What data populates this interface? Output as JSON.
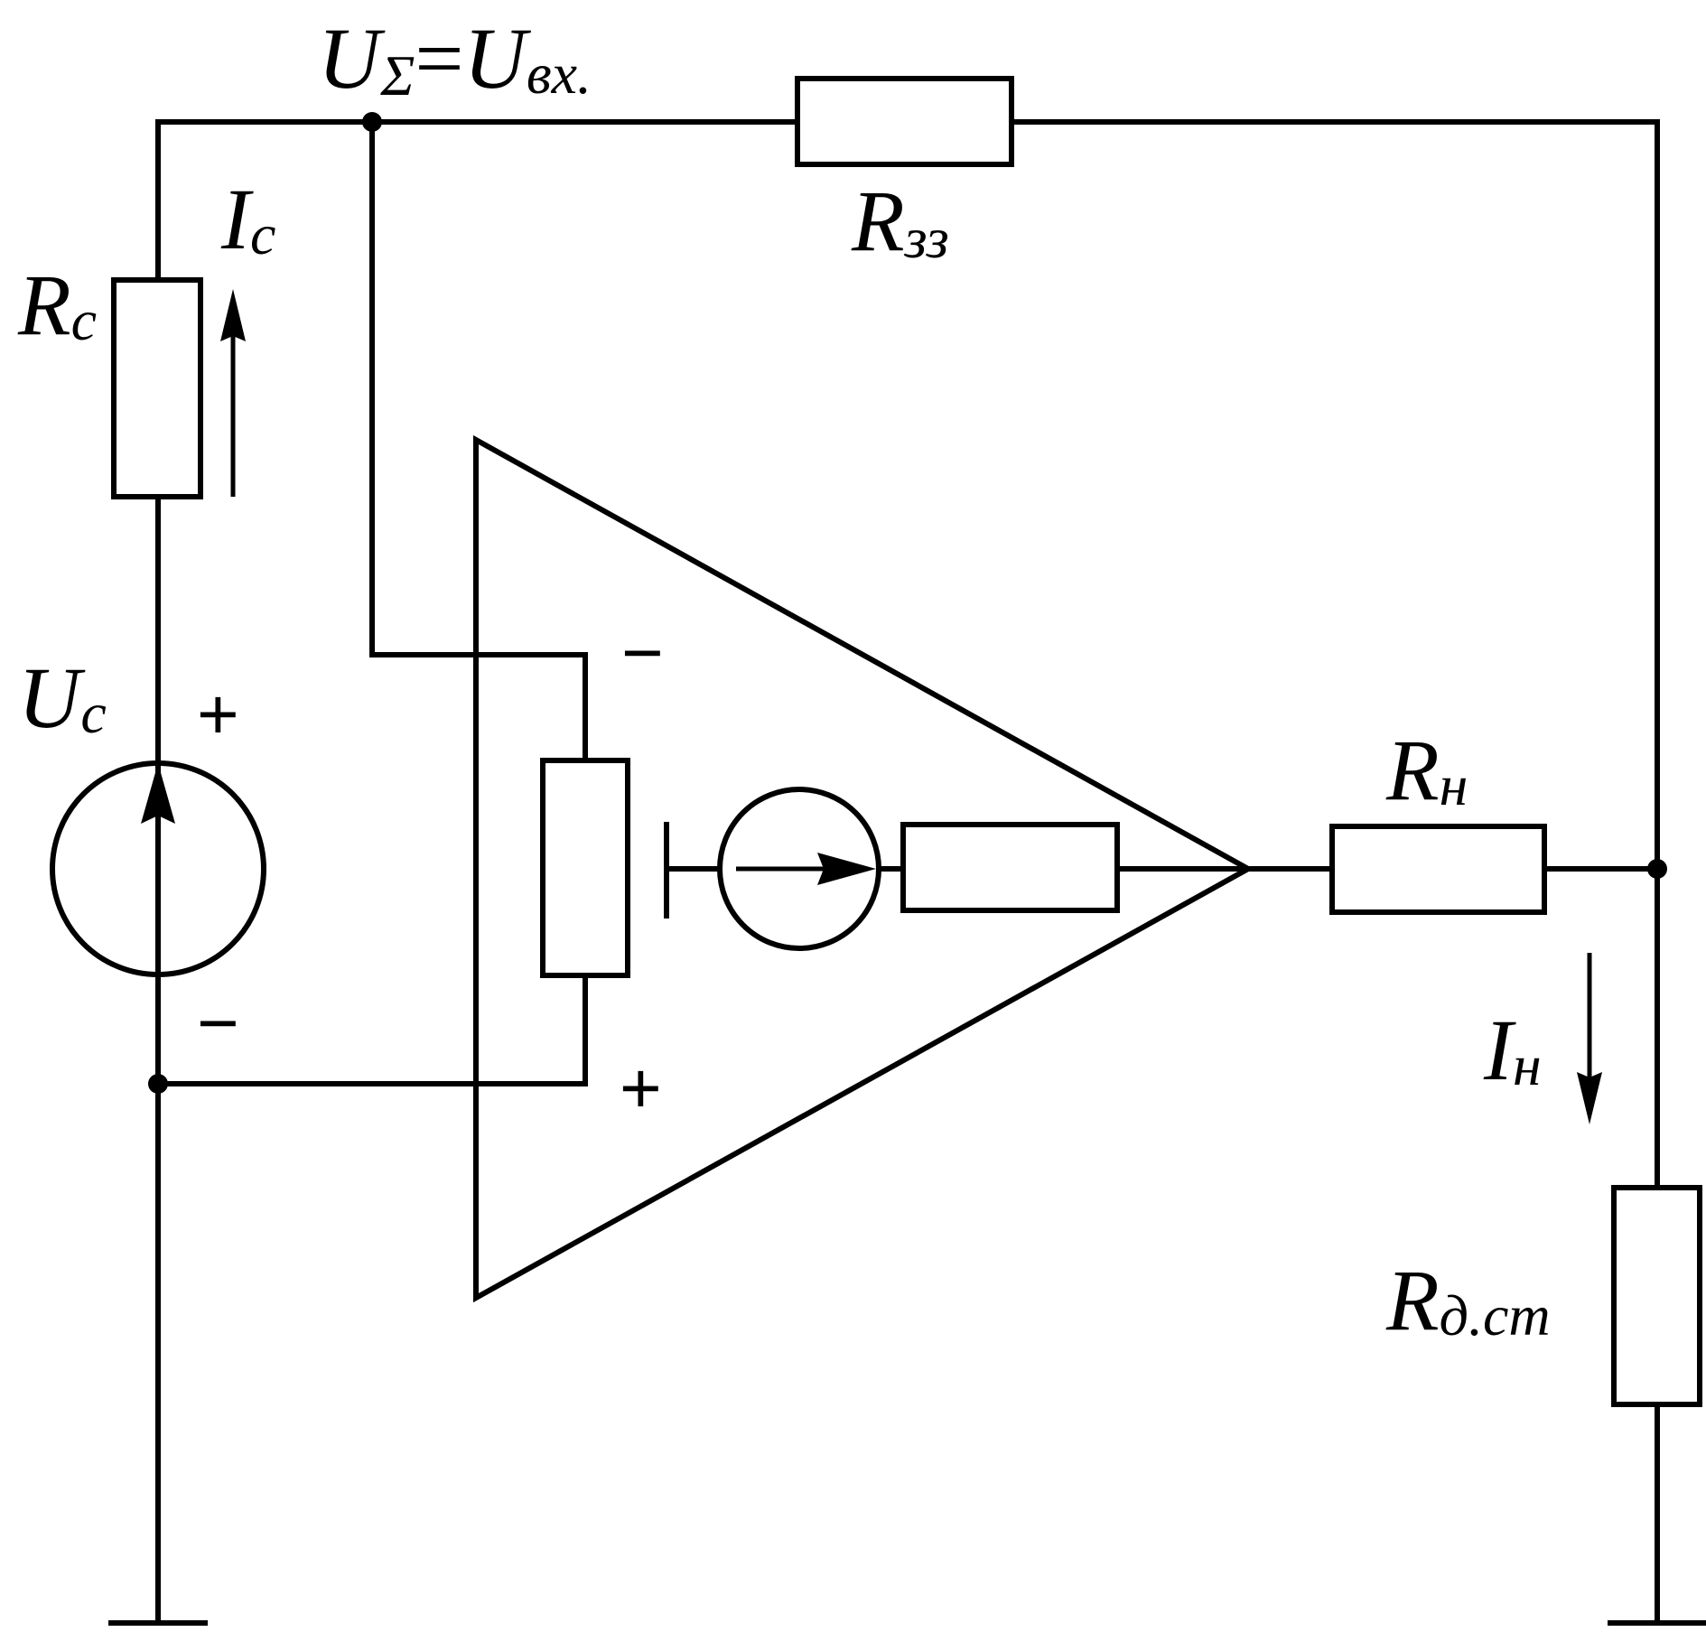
{
  "labels": {
    "u_sum_main": "U",
    "u_sum_sub": "Σ",
    "u_sum_eq": "=",
    "u_in_main": "U",
    "u_in_sub": "вх.",
    "r_fb_main": "R",
    "r_fb_sub": "зз",
    "i_c_main": "I",
    "i_c_sub": "c",
    "r_c_main": "R",
    "r_c_sub": "c",
    "u_c_main": "U",
    "u_c_sub": "c",
    "r_load_main": "R",
    "r_load_sub": "н",
    "i_load_main": "I",
    "i_load_sub": "н",
    "r_sensor_main": "R",
    "r_sensor_sub": "д.ст"
  },
  "signs": {
    "source_plus": "+",
    "source_minus": "−",
    "opamp_inverting": "−",
    "opamp_noninverting": "+"
  }
}
